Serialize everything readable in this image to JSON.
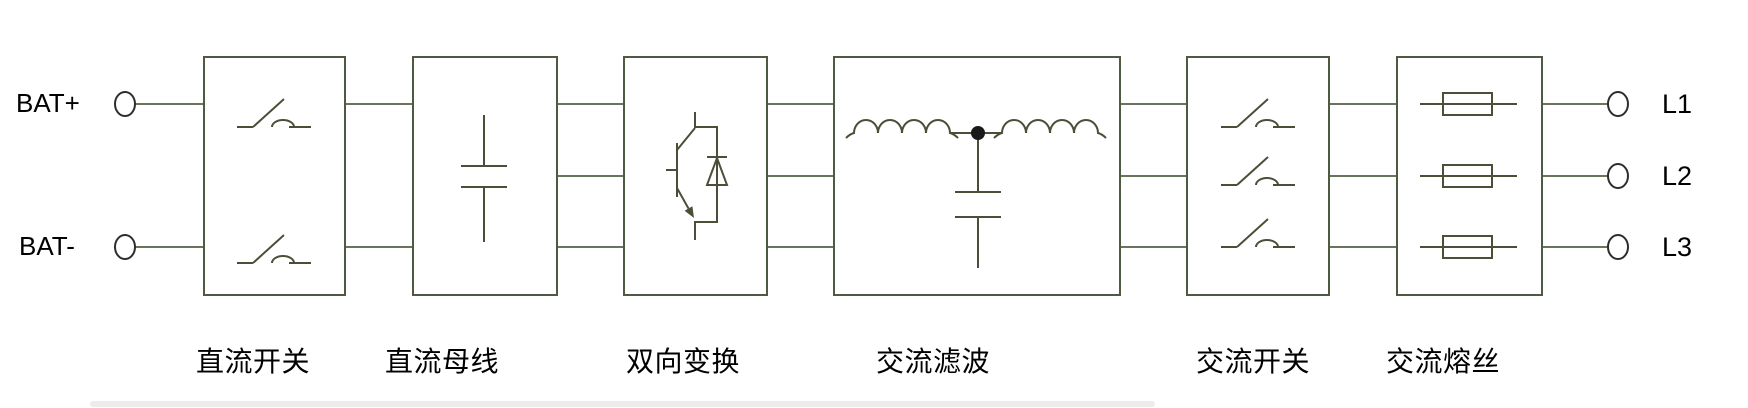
{
  "diagram": {
    "type": "power-conversion-block-diagram",
    "colors": {
      "background": "#ffffff",
      "box_border": "#4e5a41",
      "wire": "#68755c",
      "symbol": "#4b4f37",
      "terminal_outline": "#2d2d2d",
      "junction_dot": "#1a1a1a",
      "text": "#000000"
    },
    "terminals": {
      "left": [
        {
          "id": "bat-plus",
          "label": "BAT+"
        },
        {
          "id": "bat-minus",
          "label": "BAT-"
        }
      ],
      "right": [
        {
          "id": "l1",
          "label": "L1"
        },
        {
          "id": "l2",
          "label": "L2"
        },
        {
          "id": "l3",
          "label": "L3"
        }
      ]
    },
    "blocks": [
      {
        "id": "dc-switch",
        "label": "直流开关",
        "symbol": "switch-icon"
      },
      {
        "id": "dc-bus",
        "label": "直流母线",
        "symbol": "capacitor-icon"
      },
      {
        "id": "bidir-conv",
        "label": "双向变换",
        "symbol": "igbt-diode-icon"
      },
      {
        "id": "ac-filter",
        "label": "交流滤波",
        "symbol": "lc-filter-icon"
      },
      {
        "id": "ac-switch",
        "label": "交流开关",
        "symbol": "switch-icon"
      },
      {
        "id": "ac-fuse",
        "label": "交流熔丝",
        "symbol": "fuse-icon"
      }
    ]
  }
}
